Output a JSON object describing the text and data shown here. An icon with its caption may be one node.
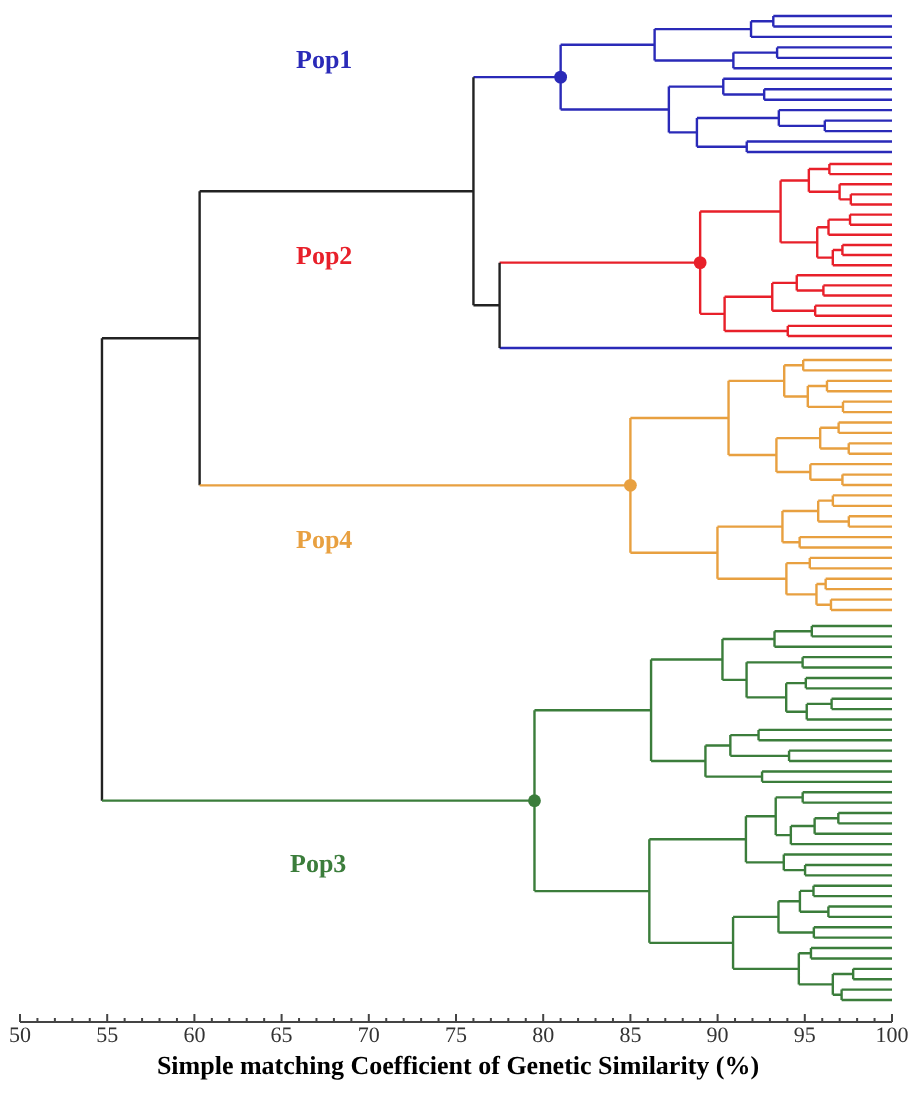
{
  "diagram": {
    "labels": [
      "Pop1",
      "Pop2",
      "Pop4",
      "Pop3",
      "50",
      "55",
      "60",
      "65",
      "70",
      "75",
      "80",
      "85",
      "90",
      "95",
      "100",
      "Simple matching Coefficient of Genetic Similarity (%)"
    ]
  }
}
